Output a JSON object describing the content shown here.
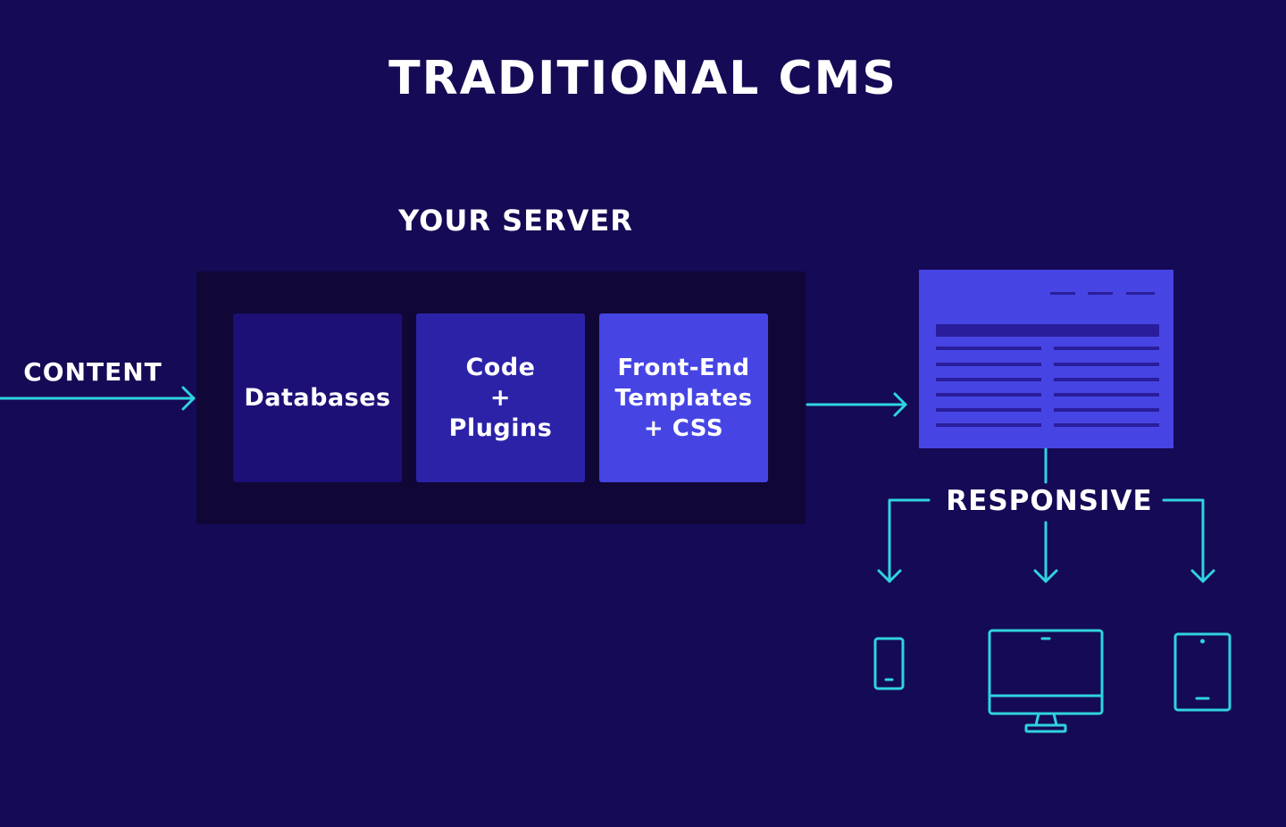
{
  "title": "TRADITIONAL CMS",
  "server_label": "YOUR SERVER",
  "content_label": "CONTENT",
  "responsive_label": "RESPONSIVE",
  "cards": [
    {
      "label": "Databases",
      "color": "#1c0f76"
    },
    {
      "label": "Code\n+\nPlugins",
      "color": "#2c22a8"
    },
    {
      "label": "Front-End\nTemplates\n+ CSS",
      "color": "#4645e4"
    }
  ],
  "devices": [
    "phone-icon",
    "monitor-icon",
    "tablet-icon"
  ],
  "colors": {
    "background": "#150a55",
    "server_box": "#100736",
    "arrow": "#2fd3e0",
    "webpage": "#4645e4",
    "webpage_lines": "#2a1d9c"
  }
}
